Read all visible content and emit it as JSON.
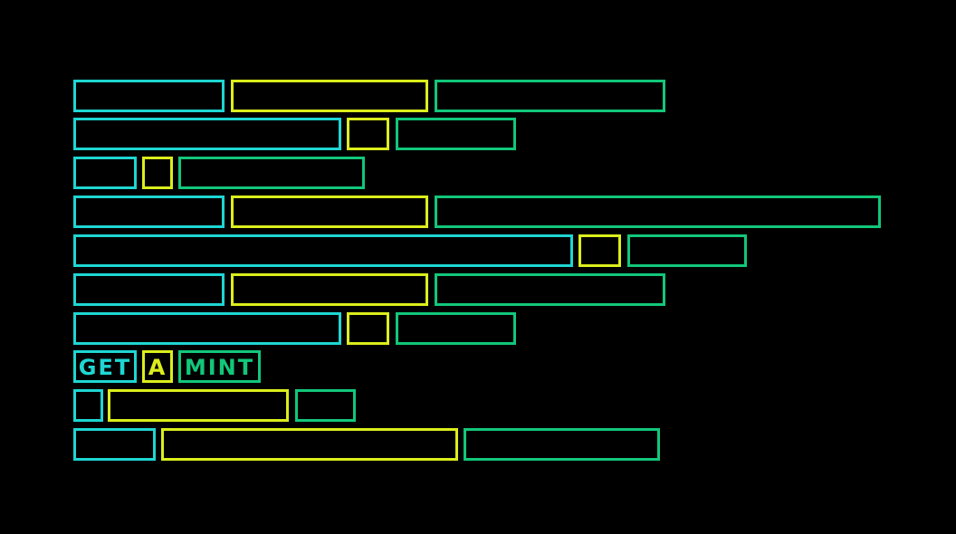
{
  "colors": {
    "background": "#000000",
    "cyan": "#1ed6d2",
    "yellow": "#dbee1c",
    "green": "#12c77a"
  },
  "lines": [
    {
      "words": [
        {
          "text": "",
          "color": "cyan"
        },
        {
          "text": "",
          "color": "yellow"
        },
        {
          "text": "",
          "color": "green"
        }
      ]
    },
    {
      "words": [
        {
          "text": "",
          "color": "cyan"
        },
        {
          "text": "",
          "color": "yellow"
        },
        {
          "text": "",
          "color": "green"
        }
      ]
    },
    {
      "words": [
        {
          "text": "",
          "color": "cyan"
        },
        {
          "text": "",
          "color": "yellow"
        },
        {
          "text": "",
          "color": "green"
        }
      ]
    },
    {
      "words": [
        {
          "text": "",
          "color": "cyan"
        },
        {
          "text": "",
          "color": "yellow"
        },
        {
          "text": "",
          "color": "green"
        }
      ]
    },
    {
      "words": [
        {
          "text": "",
          "color": "cyan"
        },
        {
          "text": "",
          "color": "yellow"
        },
        {
          "text": "",
          "color": "green"
        }
      ]
    },
    {
      "words": [
        {
          "text": "",
          "color": "cyan"
        },
        {
          "text": "",
          "color": "yellow"
        },
        {
          "text": "",
          "color": "green"
        }
      ]
    },
    {
      "words": [
        {
          "text": "",
          "color": "cyan"
        },
        {
          "text": "",
          "color": "yellow"
        },
        {
          "text": "",
          "color": "green"
        }
      ]
    },
    {
      "words": [
        {
          "text": "GET",
          "color": "cyan"
        },
        {
          "text": "A",
          "color": "yellow"
        },
        {
          "text": "MINT",
          "color": "green"
        }
      ]
    },
    {
      "words": [
        {
          "text": "",
          "color": "cyan"
        },
        {
          "text": "",
          "color": "yellow"
        },
        {
          "text": "",
          "color": "green"
        }
      ]
    },
    {
      "words": [
        {
          "text": "",
          "color": "cyan"
        },
        {
          "text": "",
          "color": "yellow"
        },
        {
          "text": "",
          "color": "green"
        }
      ]
    }
  ]
}
